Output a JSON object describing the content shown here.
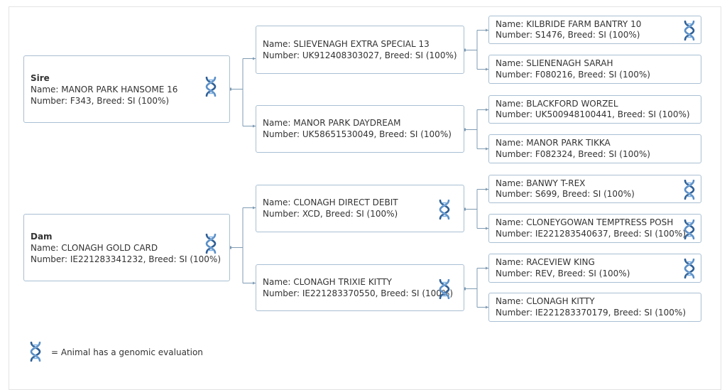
{
  "sire": {
    "label": "Sire",
    "name": "Name: MANOR PARK HANSOME 16",
    "number": "Number: F343, Breed: SI (100%)",
    "genomic": true
  },
  "dam": {
    "label": "Dam",
    "name": "Name: CLONAGH GOLD CARD",
    "number": "Number: IE221283341232, Breed: SI (100%)",
    "genomic": true
  },
  "parents": {
    "sire_sire": {
      "name": "Name: SLIEVENAGH EXTRA SPECIAL 13",
      "number": "Number: UK912408303027, Breed: SI (100%)",
      "genomic": false
    },
    "sire_dam": {
      "name": "Name: MANOR PARK DAYDREAM",
      "number": "Number: UK58651530049, Breed: SI (100%)",
      "genomic": false
    },
    "dam_sire": {
      "name": "Name: CLONAGH DIRECT DEBIT",
      "number": "Number: XCD, Breed: SI (100%)",
      "genomic": true
    },
    "dam_dam": {
      "name": "Name: CLONAGH TRIXIE KITTY",
      "number": "Number: IE221283370550, Breed: SI (100%)",
      "genomic": true
    }
  },
  "grandparents": [
    {
      "name": "Name: KILBRIDE FARM BANTRY 10",
      "number": "Number: S1476, Breed: SI (100%)",
      "genomic": true
    },
    {
      "name": "Name: SLIENENAGH SARAH",
      "number": "Number: F080216, Breed: SI (100%)",
      "genomic": false
    },
    {
      "name": "Name: BLACKFORD WORZEL",
      "number": "Number: UK500948100441, Breed: SI (100%)",
      "genomic": false
    },
    {
      "name": "Name: MANOR PARK TIKKA",
      "number": "Number: F082324, Breed: SI (100%)",
      "genomic": false
    },
    {
      "name": "Name: BANWY T-REX",
      "number": "Number: S699, Breed: SI (100%)",
      "genomic": true
    },
    {
      "name": "Name: CLONEYGOWAN TEMPTRESS POSH",
      "number": "Number: IE221283540637, Breed: SI (100%)",
      "genomic": true
    },
    {
      "name": "Name: RACEVIEW KING",
      "number": "Number: REV, Breed: SI (100%)",
      "genomic": true
    },
    {
      "name": "Name: CLONAGH KITTY",
      "number": "Number: IE221283370179, Breed: SI (100%)",
      "genomic": false
    }
  ],
  "legend": {
    "text": "= Animal has a genomic evaluation",
    "icon": "dna-icon"
  },
  "colors": {
    "box_border": "#a9bfd3",
    "connector": "#7f9bb3",
    "dna_blue": "#5b8fc7",
    "dna_dark": "#2f5f95",
    "text": "#333333"
  }
}
